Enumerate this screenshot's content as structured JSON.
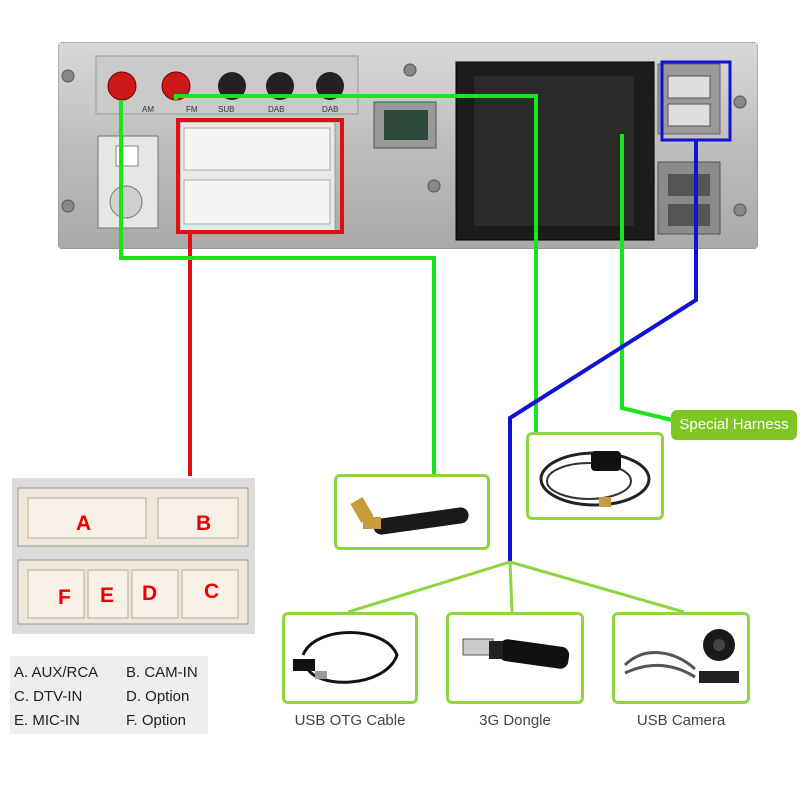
{
  "unit": {
    "port_labels": [
      "AM",
      "FM",
      "SUB",
      "DAB",
      "DAB"
    ]
  },
  "badge": {
    "special_harness": "Special Harness"
  },
  "connector": {
    "letters": [
      "A",
      "B",
      "F",
      "E",
      "D",
      "C"
    ]
  },
  "legend": {
    "items": [
      "A. AUX/RCA",
      "B. CAM-IN",
      "C. DTV-IN",
      "D. Option",
      "E. MIC-IN",
      "F. Option"
    ]
  },
  "devices": {
    "usb_otg": "USB OTG Cable",
    "dongle": "3G Dongle",
    "camera": "USB Camera"
  },
  "colors": {
    "green_wire": "#19e619",
    "blue_wire": "#1212d4",
    "red_wire": "#e01010",
    "thumb_border": "#8fd53f",
    "badge": "#7dc624"
  }
}
